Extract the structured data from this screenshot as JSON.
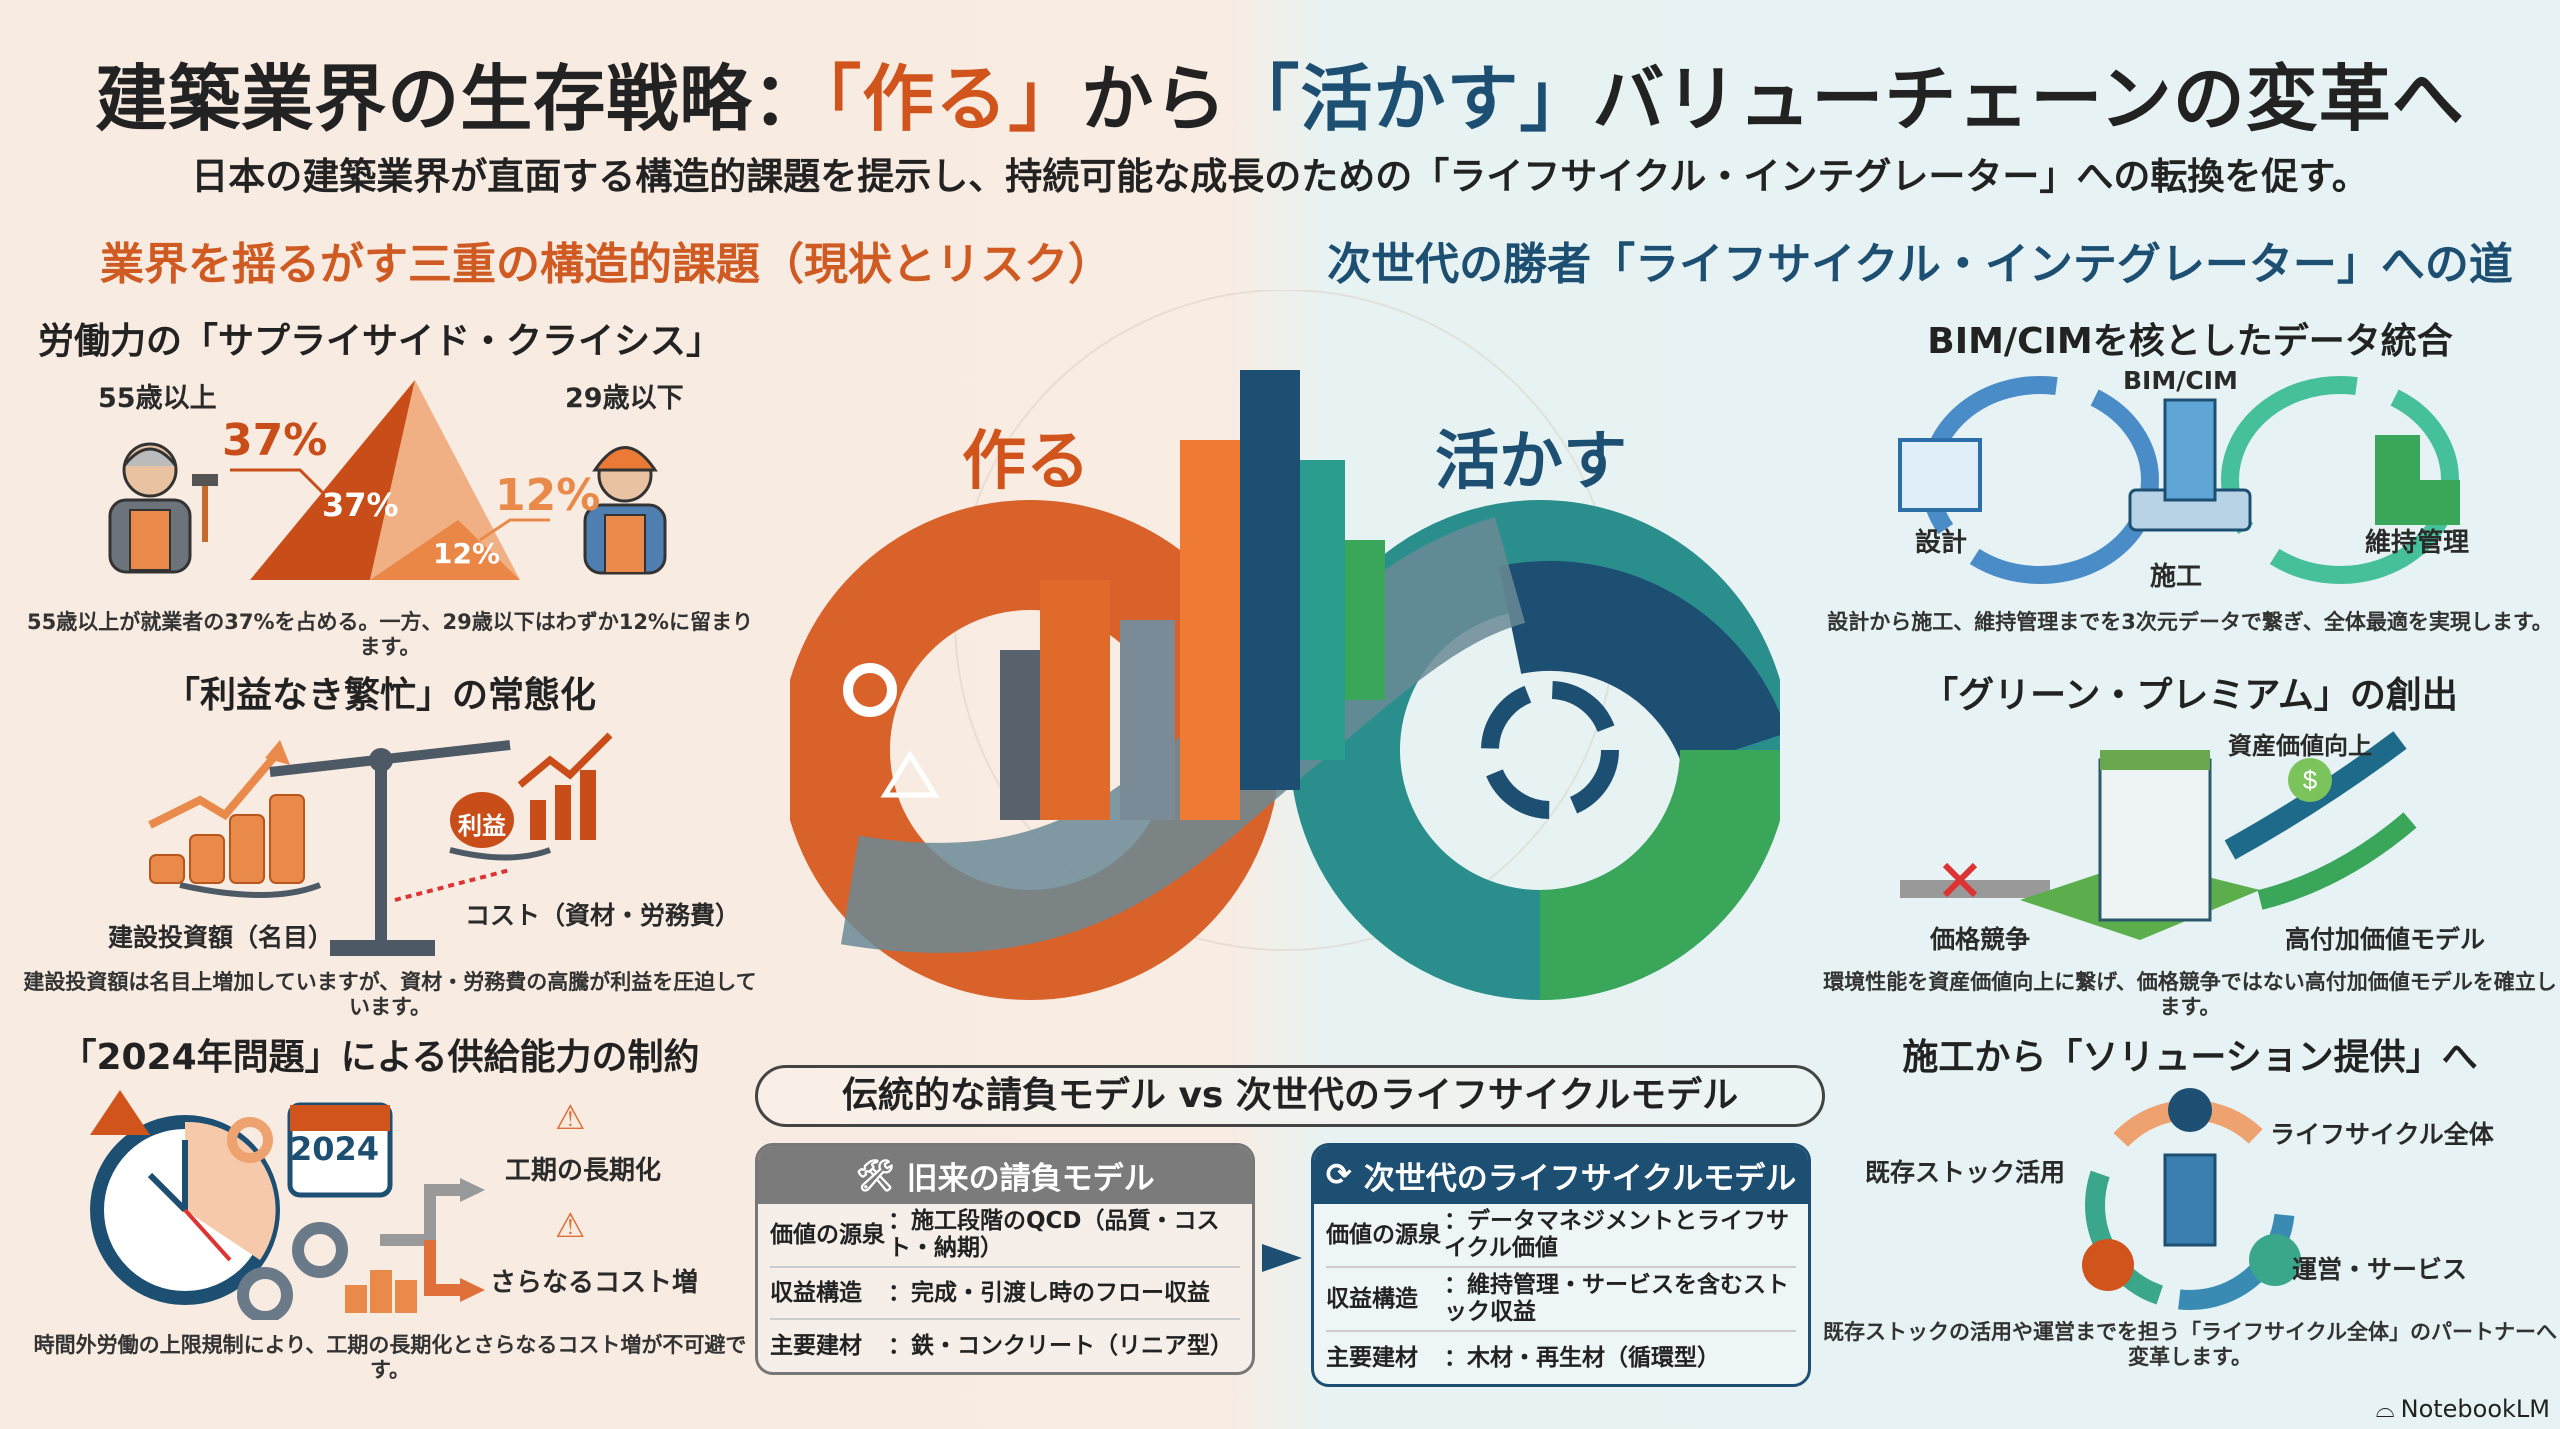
{
  "header": {
    "title_prefix": "建築業界の生存戦略：",
    "title_make": "「作る」",
    "title_mid": "から",
    "title_use": "「活かす」",
    "title_suffix": "バリューチェーンの変革へ",
    "subtitle": "日本の建築業界が直面する構造的課題を提示し、持続可能な成長のための「ライフサイクル・インテグレーター」への転換を促す。"
  },
  "left": {
    "heading": "業界を揺るがす三重の構造的課題（現状とリスク）",
    "labor": {
      "title": "労働力の「サプライサイド・クライシス」",
      "older_label": "55歳以上",
      "younger_label": "29歳以下",
      "older_pct": "37%",
      "younger_pct": "12%",
      "older_value": 37,
      "younger_value": 12,
      "caption": "55歳以上が就業者の37%を占める。一方、29歳以下はわずか12%に留まります。"
    },
    "profit": {
      "title": "「利益なき繁忙」の常態化",
      "bag_label": "利益",
      "invest_label": "建設投資額（名目）",
      "cost_label": "コスト（資材・労務費）",
      "caption": "建設投資額は名目上増加していますが、資材・労務費の高騰が利益を圧迫しています。"
    },
    "y2024": {
      "title": "「2024年問題」による供給能力の制約",
      "calendar": "2024",
      "effect1": "工期の長期化",
      "effect2": "さらなるコスト増",
      "caption": "時間外労働の上限規制により、工期の長期化とさらなるコスト増が不可避です。"
    }
  },
  "center": {
    "make_label": "作る",
    "use_label": "活かす"
  },
  "right": {
    "heading": "次世代の勝者「ライフサイクル・インテグレーター」への道",
    "bim": {
      "title": "BIM/CIMを核としたデータ統合",
      "core": "BIM/CIM",
      "design": "設計",
      "build": "施工",
      "maintain": "維持管理",
      "caption": "設計から施工、維持管理までを3次元データで繋ぎ、全体最適を実現します。"
    },
    "green": {
      "title": "「グリーン・プレミアム」の創出",
      "asset": "資産価値向上",
      "price": "価格競争",
      "premium": "高付加価値モデル",
      "caption": "環境性能を資産価値向上に繋げ、価格競争ではない高付加価値モデルを確立します。"
    },
    "solution": {
      "title": "施工から「ソリューション提供」へ",
      "lifecycle": "ライフサイクル全体",
      "stock": "既存ストック活用",
      "ops": "運営・サービス",
      "caption": "既存ストックの活用や運営までを担う「ライフサイクル全体」のパートナーへ変革します。"
    }
  },
  "comparison": {
    "banner": "伝統的な請負モデル vs 次世代のライフサイクルモデル",
    "old": {
      "title": "旧来の請負モデル",
      "rows": [
        {
          "k": "価値の源泉",
          "v": "：施工段階のQCD（品質・コスト・納期）"
        },
        {
          "k": "収益構造",
          "v": "：完成・引渡し時のフロー収益"
        },
        {
          "k": "主要建材",
          "v": "：鉄・コンクリート（リニア型）"
        }
      ]
    },
    "new": {
      "title": "次世代のライフサイクルモデル",
      "rows": [
        {
          "k": "価値の源泉",
          "v": "：データマネジメントとライフサイクル価値"
        },
        {
          "k": "収益構造",
          "v": "：維持管理・サービスを含むストック収益"
        },
        {
          "k": "主要建材",
          "v": "：木材・再生材（循環型）"
        }
      ]
    }
  },
  "footer": {
    "brand": "NotebookLM"
  },
  "colors": {
    "orange": "#d0541c",
    "navy": "#1d4f72",
    "teal": "#2a9d8f",
    "green": "#3aa65a"
  }
}
